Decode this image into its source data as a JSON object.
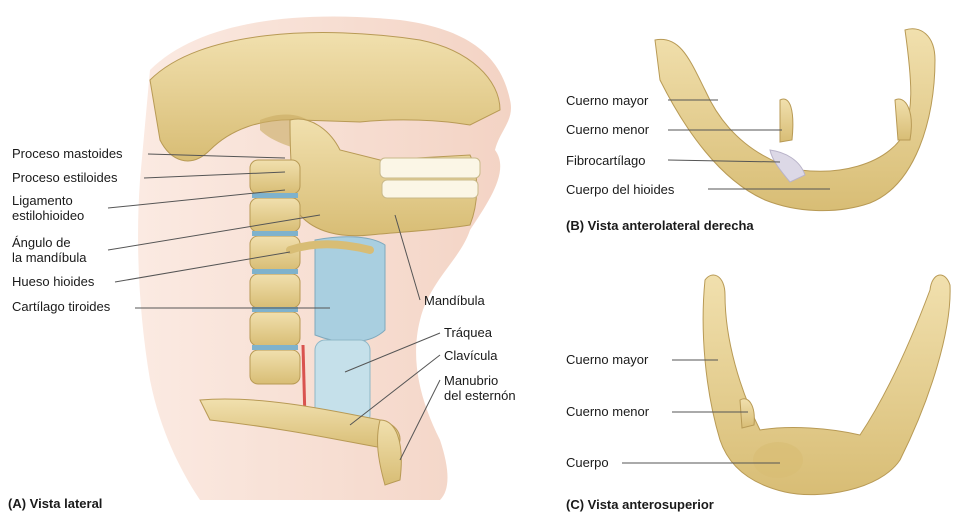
{
  "panel_a": {
    "caption": "(A) Vista lateral",
    "labels": {
      "proceso_mastoides": "Proceso mastoides",
      "proceso_estiloides": "Proceso estiloides",
      "ligamento_1": "Ligamento",
      "ligamento_2": "estilohioideo",
      "angulo_1": "Ángulo de",
      "angulo_2": "la mandíbula",
      "hueso_hioides": "Hueso hioides",
      "cartilago_tiroides": "Cartílago tiroides",
      "mandibula": "Mandíbula",
      "traquea": "Tráquea",
      "clavicula": "Clavícula",
      "manubrio_1": "Manubrio",
      "manubrio_2": "del esternón"
    }
  },
  "panel_b": {
    "caption": "(B) Vista anterolateral derecha",
    "labels": {
      "cuerno_mayor": "Cuerno mayor",
      "cuerno_menor": "Cuerno menor",
      "fibrocartilago": "Fibrocartílago",
      "cuerpo_hioides": "Cuerpo del hioides"
    }
  },
  "panel_c": {
    "caption": "(C) Vista anterosuperior",
    "labels": {
      "cuerno_mayor": "Cuerno mayor",
      "cuerno_menor": "Cuerno menor",
      "cuerpo": "Cuerpo"
    }
  },
  "colors": {
    "bone": "#e8d39a",
    "bone_dark": "#c9ac62",
    "skin": "#f6ddd0",
    "cartilage": "#a9cfe0",
    "disc": "#7fb2cc",
    "line": "#555555"
  }
}
